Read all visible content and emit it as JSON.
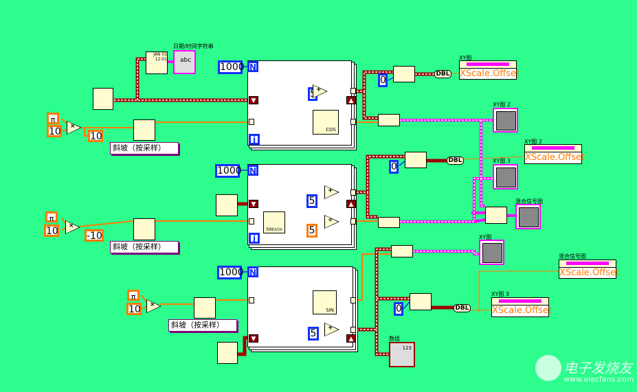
{
  "labels": {
    "datetime_string": "日期/时间字符串",
    "xy_graph": "XY图",
    "xy_graph_2": "XY图 2",
    "xy_graph_3": "XY图 3",
    "mixed_signal_graph": "混合信号图",
    "array": "数组"
  },
  "property_nodes": [
    {
      "label": "XY图",
      "property": "XScale.Offset"
    },
    {
      "label": "XY图 2",
      "property": "XScale.Offset"
    },
    {
      "label": "混合信号图",
      "property": "XScale.Offset"
    },
    {
      "label": "XY图 3",
      "property": "XScale.Offset"
    }
  ],
  "constants": {
    "loop_count": "1000",
    "offset_add": "5",
    "divisor": "5",
    "pi": "π",
    "ten": "10",
    "neg_ten": "-10",
    "zero": "0",
    "dbl": "DBL",
    "ramp_mode": "斜坡（按采样）",
    "abc": "abc",
    "n_terminal": "N",
    "i_terminal": "i"
  },
  "icons": {
    "cos": "COS",
    "sinc": "SIN(x)/x",
    "sin": "SIN",
    "calendar": "JAN 01 12:01",
    "numeric": "123"
  },
  "colors": {
    "background": "#2cfd8d",
    "double_wire": "#ff7a00",
    "waveform_wire": "#a00000",
    "array_wire": "#ff00ff",
    "int_wire": "#1030ff"
  },
  "watermark": {
    "brand": "电子发烧友",
    "url": "www.elecfans.com"
  }
}
